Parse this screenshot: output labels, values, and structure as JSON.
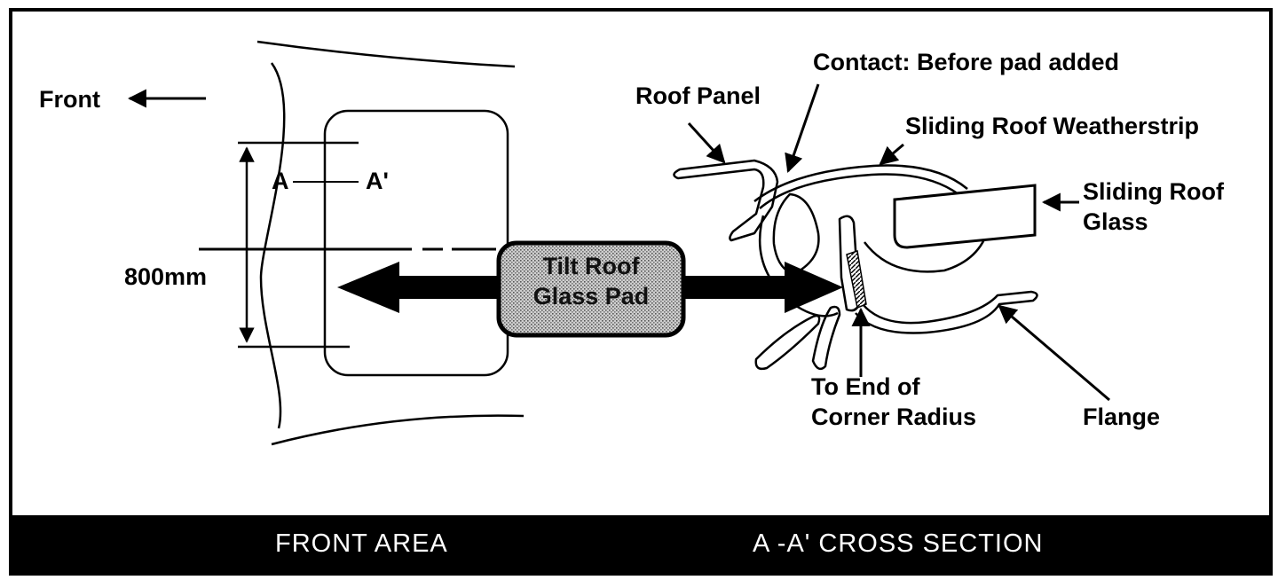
{
  "colors": {
    "ink": "#000000",
    "paper": "#ffffff",
    "pad_fill": "#bdbdbd",
    "footer_bg": "#000000",
    "footer_text": "#ffffff"
  },
  "front_area": {
    "direction_label": "Front",
    "section_start": "A",
    "section_end": "A'",
    "dimension": "800mm",
    "pad_line1": "Tilt Roof",
    "pad_line2": "Glass Pad"
  },
  "cross_section": {
    "contact": "Contact: Before pad added",
    "roof_panel": "Roof Panel",
    "weatherstrip": "Sliding Roof Weatherstrip",
    "glass_line1": "Sliding Roof",
    "glass_line2": "Glass",
    "corner_line1": "To End of",
    "corner_line2": "Corner Radius",
    "flange": "Flange"
  },
  "footer": {
    "left_caption": "FRONT AREA",
    "right_caption": "A -A' CROSS SECTION"
  }
}
